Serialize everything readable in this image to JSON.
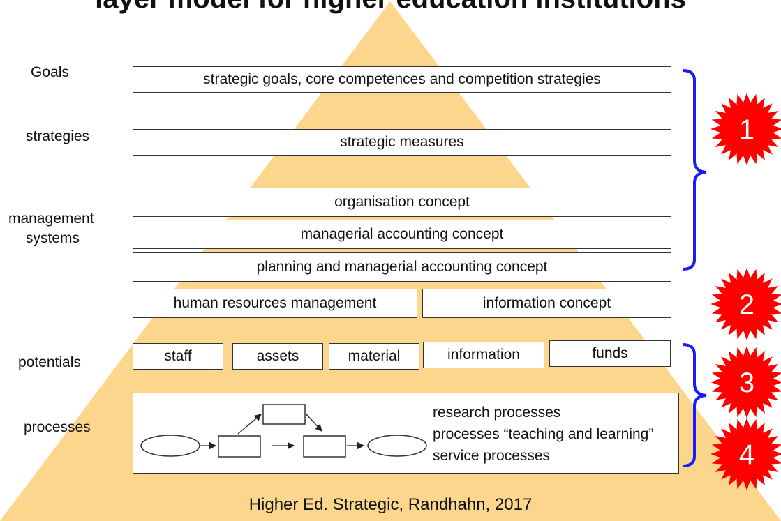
{
  "title": "layer model for higher education institutions",
  "row_labels": {
    "goals": "Goals",
    "strategies": "strategies",
    "management_line1": "management",
    "management_line2": "systems",
    "potentials": "potentials",
    "processes": "processes"
  },
  "boxes": {
    "strategic_goals": "strategic goals, core competences and competition strategies",
    "strategic_measures": "strategic measures",
    "organisation_concept": "organisation concept",
    "managerial_accounting": "managerial accounting concept",
    "planning_accounting": "planning and managerial accounting concept",
    "human_resources": "human resources management",
    "information_concept": "information concept"
  },
  "potentials": [
    "staff",
    "assets",
    "material",
    "information",
    "funds"
  ],
  "process_list": [
    "research processes",
    "processes “teaching and learning”",
    "service processes"
  ],
  "badges": [
    "1",
    "2",
    "3",
    "4"
  ],
  "citation": "Higher Ed. Strategic, Randhahn, 2017",
  "colors": {
    "pyramid": "#fcd68c",
    "bracket": "#1a1aff",
    "badge": "#ff0000"
  }
}
